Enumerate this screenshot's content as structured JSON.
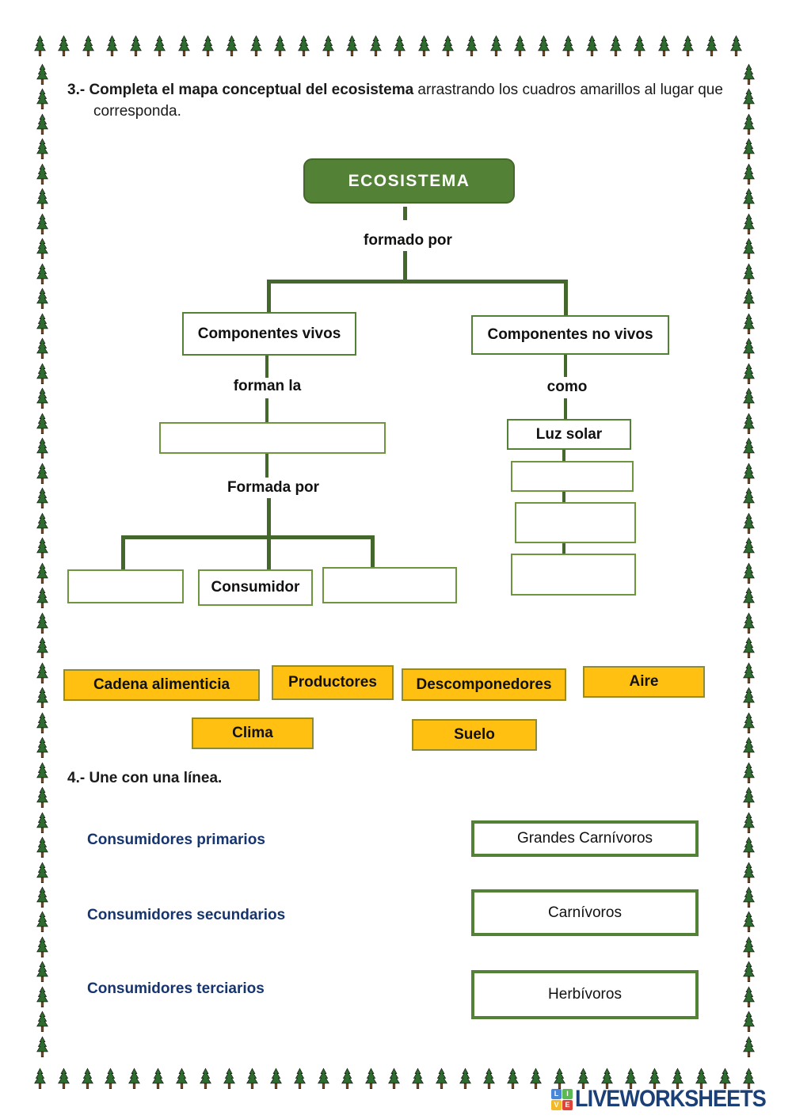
{
  "instructions": {
    "q3_bold": "3.- Completa el mapa conceptual del ecosistema",
    "q3_rest": " arrastrando los cuadros amarillos al lugar que corresponda.",
    "q4": "4.- Une con una línea."
  },
  "concept_map": {
    "root": "ECOSISTEMA",
    "root_link": "formado por",
    "left": {
      "node": "Componentes vivos",
      "link1": "forman la",
      "link2": "Formada por",
      "middle_child": "Consumidor"
    },
    "right": {
      "node": "Componentes no vivos",
      "link": "como",
      "first_item": "Luz solar"
    }
  },
  "word_bank": [
    "Cadena alimenticia",
    "Productores",
    "Descomponedores",
    "Aire",
    "Clima",
    "Suelo"
  ],
  "matching": {
    "left": [
      "Consumidores primarios",
      "Consumidores secundarios",
      "Consumidores terciarios"
    ],
    "right": [
      "Grandes Carnívoros",
      "Carnívoros",
      "Herbívoros"
    ]
  },
  "footer": {
    "logo_letters": [
      "L",
      "I",
      "V",
      "E"
    ],
    "logo_text": "LIVEWORKSHEETS"
  },
  "colors": {
    "node_green": "#538135",
    "line_green": "#44682c",
    "bank_yellow": "#ffc011",
    "label_blue": "#16346d"
  }
}
